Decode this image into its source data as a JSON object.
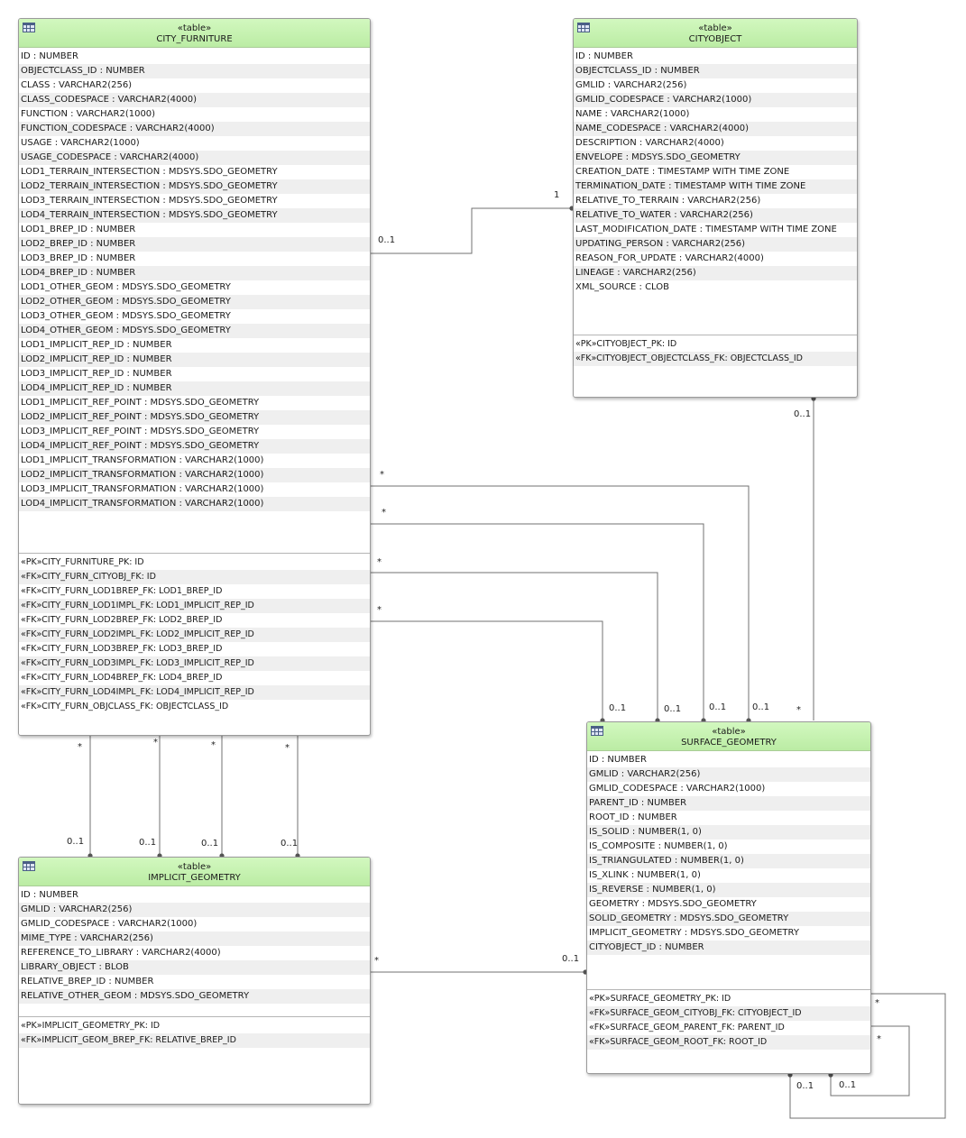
{
  "tables": [
    {
      "id": "city_furniture",
      "stereotype": "«table»",
      "name": "CITY_FURNITURE",
      "columns": [
        "ID : NUMBER",
        "OBJECTCLASS_ID : NUMBER",
        "CLASS : VARCHAR2(256)",
        "CLASS_CODESPACE : VARCHAR2(4000)",
        "FUNCTION : VARCHAR2(1000)",
        "FUNCTION_CODESPACE : VARCHAR2(4000)",
        "USAGE : VARCHAR2(1000)",
        "USAGE_CODESPACE : VARCHAR2(4000)",
        "LOD1_TERRAIN_INTERSECTION : MDSYS.SDO_GEOMETRY",
        "LOD2_TERRAIN_INTERSECTION : MDSYS.SDO_GEOMETRY",
        "LOD3_TERRAIN_INTERSECTION : MDSYS.SDO_GEOMETRY",
        "LOD4_TERRAIN_INTERSECTION : MDSYS.SDO_GEOMETRY",
        "LOD1_BREP_ID : NUMBER",
        "LOD2_BREP_ID : NUMBER",
        "LOD3_BREP_ID : NUMBER",
        "LOD4_BREP_ID : NUMBER",
        "LOD1_OTHER_GEOM : MDSYS.SDO_GEOMETRY",
        "LOD2_OTHER_GEOM : MDSYS.SDO_GEOMETRY",
        "LOD3_OTHER_GEOM : MDSYS.SDO_GEOMETRY",
        "LOD4_OTHER_GEOM : MDSYS.SDO_GEOMETRY",
        "LOD1_IMPLICIT_REP_ID : NUMBER",
        "LOD2_IMPLICIT_REP_ID : NUMBER",
        "LOD3_IMPLICIT_REP_ID : NUMBER",
        "LOD4_IMPLICIT_REP_ID : NUMBER",
        "LOD1_IMPLICIT_REF_POINT : MDSYS.SDO_GEOMETRY",
        "LOD2_IMPLICIT_REF_POINT : MDSYS.SDO_GEOMETRY",
        "LOD3_IMPLICIT_REF_POINT : MDSYS.SDO_GEOMETRY",
        "LOD4_IMPLICIT_REF_POINT : MDSYS.SDO_GEOMETRY",
        "LOD1_IMPLICIT_TRANSFORMATION : VARCHAR2(1000)",
        "LOD2_IMPLICIT_TRANSFORMATION : VARCHAR2(1000)",
        "LOD3_IMPLICIT_TRANSFORMATION : VARCHAR2(1000)",
        "LOD4_IMPLICIT_TRANSFORMATION : VARCHAR2(1000)"
      ],
      "keys": [
        "«PK»CITY_FURNITURE_PK: ID",
        "«FK»CITY_FURN_CITYOBJ_FK: ID",
        "«FK»CITY_FURN_LOD1BREP_FK: LOD1_BREP_ID",
        "«FK»CITY_FURN_LOD1IMPL_FK: LOD1_IMPLICIT_REP_ID",
        "«FK»CITY_FURN_LOD2BREP_FK: LOD2_BREP_ID",
        "«FK»CITY_FURN_LOD2IMPL_FK: LOD2_IMPLICIT_REP_ID",
        "«FK»CITY_FURN_LOD3BREP_FK: LOD3_BREP_ID",
        "«FK»CITY_FURN_LOD3IMPL_FK: LOD3_IMPLICIT_REP_ID",
        "«FK»CITY_FURN_LOD4BREP_FK: LOD4_BREP_ID",
        "«FK»CITY_FURN_LOD4IMPL_FK: LOD4_IMPLICIT_REP_ID",
        "«FK»CITY_FURN_OBJCLASS_FK: OBJECTCLASS_ID"
      ]
    },
    {
      "id": "cityobject",
      "stereotype": "«table»",
      "name": "CITYOBJECT",
      "columns": [
        "ID : NUMBER",
        "OBJECTCLASS_ID : NUMBER",
        "GMLID : VARCHAR2(256)",
        "GMLID_CODESPACE : VARCHAR2(1000)",
        "NAME : VARCHAR2(1000)",
        "NAME_CODESPACE : VARCHAR2(4000)",
        "DESCRIPTION : VARCHAR2(4000)",
        "ENVELOPE : MDSYS.SDO_GEOMETRY",
        "CREATION_DATE : TIMESTAMP WITH TIME ZONE",
        "TERMINATION_DATE : TIMESTAMP WITH TIME ZONE",
        "RELATIVE_TO_TERRAIN : VARCHAR2(256)",
        "RELATIVE_TO_WATER : VARCHAR2(256)",
        "LAST_MODIFICATION_DATE : TIMESTAMP WITH TIME ZONE",
        "UPDATING_PERSON : VARCHAR2(256)",
        "REASON_FOR_UPDATE : VARCHAR2(4000)",
        "LINEAGE : VARCHAR2(256)",
        "XML_SOURCE : CLOB"
      ],
      "keys": [
        "«PK»CITYOBJECT_PK: ID",
        "«FK»CITYOBJECT_OBJECTCLASS_FK: OBJECTCLASS_ID"
      ]
    },
    {
      "id": "surface_geometry",
      "stereotype": "«table»",
      "name": "SURFACE_GEOMETRY",
      "columns": [
        "ID : NUMBER",
        "GMLID : VARCHAR2(256)",
        "GMLID_CODESPACE : VARCHAR2(1000)",
        "PARENT_ID : NUMBER",
        "ROOT_ID : NUMBER",
        "IS_SOLID : NUMBER(1, 0)",
        "IS_COMPOSITE : NUMBER(1, 0)",
        "IS_TRIANGULATED : NUMBER(1, 0)",
        "IS_XLINK : NUMBER(1, 0)",
        "IS_REVERSE : NUMBER(1, 0)",
        "GEOMETRY : MDSYS.SDO_GEOMETRY",
        "SOLID_GEOMETRY : MDSYS.SDO_GEOMETRY",
        "IMPLICIT_GEOMETRY : MDSYS.SDO_GEOMETRY",
        "CITYOBJECT_ID : NUMBER"
      ],
      "keys": [
        "«PK»SURFACE_GEOMETRY_PK: ID",
        "«FK»SURFACE_GEOM_CITYOBJ_FK: CITYOBJECT_ID",
        "«FK»SURFACE_GEOM_PARENT_FK: PARENT_ID",
        "«FK»SURFACE_GEOM_ROOT_FK: ROOT_ID"
      ]
    },
    {
      "id": "implicit_geometry",
      "stereotype": "«table»",
      "name": "IMPLICIT_GEOMETRY",
      "columns": [
        "ID : NUMBER",
        "GMLID : VARCHAR2(256)",
        "GMLID_CODESPACE : VARCHAR2(1000)",
        "MIME_TYPE : VARCHAR2(256)",
        "REFERENCE_TO_LIBRARY : VARCHAR2(4000)",
        "LIBRARY_OBJECT : BLOB",
        "RELATIVE_BREP_ID : NUMBER",
        "RELATIVE_OTHER_GEOM : MDSYS.SDO_GEOMETRY"
      ],
      "keys": [
        "«PK»IMPLICIT_GEOMETRY_PK: ID",
        "«FK»IMPLICIT_GEOM_BREP_FK: RELATIVE_BREP_ID"
      ]
    }
  ],
  "relationships": [
    {
      "id": "furn-cityobject",
      "from": "CITY_FURNITURE",
      "to": "CITYOBJECT",
      "from_mult": "0..1",
      "to_mult": "1"
    },
    {
      "id": "furn-surface-1",
      "from": "CITY_FURNITURE",
      "to": "SURFACE_GEOMETRY",
      "from_mult": "*",
      "to_mult": "0..1"
    },
    {
      "id": "furn-surface-2",
      "from": "CITY_FURNITURE",
      "to": "SURFACE_GEOMETRY",
      "from_mult": "*",
      "to_mult": "0..1"
    },
    {
      "id": "furn-surface-3",
      "from": "CITY_FURNITURE",
      "to": "SURFACE_GEOMETRY",
      "from_mult": "*",
      "to_mult": "0..1"
    },
    {
      "id": "furn-surface-4",
      "from": "CITY_FURNITURE",
      "to": "SURFACE_GEOMETRY",
      "from_mult": "*",
      "to_mult": "0..1"
    },
    {
      "id": "cityobject-surface",
      "from": "SURFACE_GEOMETRY",
      "to": "CITYOBJECT",
      "from_mult": "*",
      "to_mult": "0..1"
    },
    {
      "id": "furn-implicit-1",
      "from": "CITY_FURNITURE",
      "to": "IMPLICIT_GEOMETRY",
      "from_mult": "*",
      "to_mult": "0..1"
    },
    {
      "id": "furn-implicit-2",
      "from": "CITY_FURNITURE",
      "to": "IMPLICIT_GEOMETRY",
      "from_mult": "*",
      "to_mult": "0..1"
    },
    {
      "id": "furn-implicit-3",
      "from": "CITY_FURNITURE",
      "to": "IMPLICIT_GEOMETRY",
      "from_mult": "*",
      "to_mult": "0..1"
    },
    {
      "id": "furn-implicit-4",
      "from": "CITY_FURNITURE",
      "to": "IMPLICIT_GEOMETRY",
      "from_mult": "*",
      "to_mult": "0..1"
    },
    {
      "id": "implicit-surface",
      "from": "IMPLICIT_GEOMETRY",
      "to": "SURFACE_GEOMETRY",
      "from_mult": "*",
      "to_mult": "0..1"
    },
    {
      "id": "surface-self-parent",
      "from": "SURFACE_GEOMETRY",
      "to": "SURFACE_GEOMETRY",
      "from_mult": "*",
      "to_mult": "0..1"
    },
    {
      "id": "surface-self-root",
      "from": "SURFACE_GEOMETRY",
      "to": "SURFACE_GEOMETRY",
      "from_mult": "*",
      "to_mult": "0..1"
    }
  ],
  "colors": {
    "header_top": "#d2f8bf",
    "header_bottom": "#bbeca4",
    "row_alt": "#efefef",
    "connector": "#707070"
  }
}
